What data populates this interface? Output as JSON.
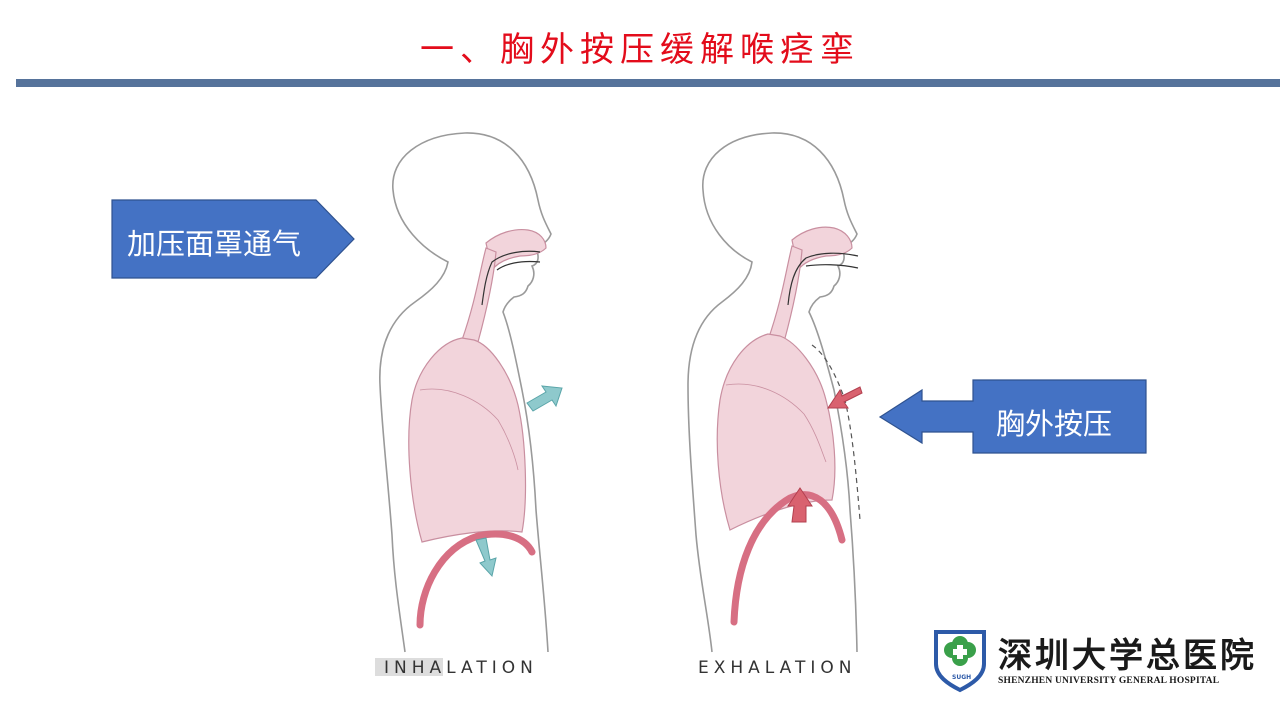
{
  "title": "一、胸外按压缓解喉痉挛",
  "colors": {
    "title": "#e30c1b",
    "rule": "#56739b",
    "callout": "#4472c4",
    "lung_fill": "#f2d4db",
    "diaphragm": "#d76f83",
    "inhale_arrow": "#8ec9cc",
    "exhale_arrow": "#d9626f"
  },
  "callouts": {
    "left": "加压面罩通气",
    "right": "胸外按压"
  },
  "figure": {
    "left_caption": "INHALATION",
    "right_caption": "EXHALATION"
  },
  "logo": {
    "name": "深圳大学总医院",
    "subtitle": "SHENZHEN UNIVERSITY GENERAL HOSPITAL",
    "emblem_text": "SUGH"
  }
}
